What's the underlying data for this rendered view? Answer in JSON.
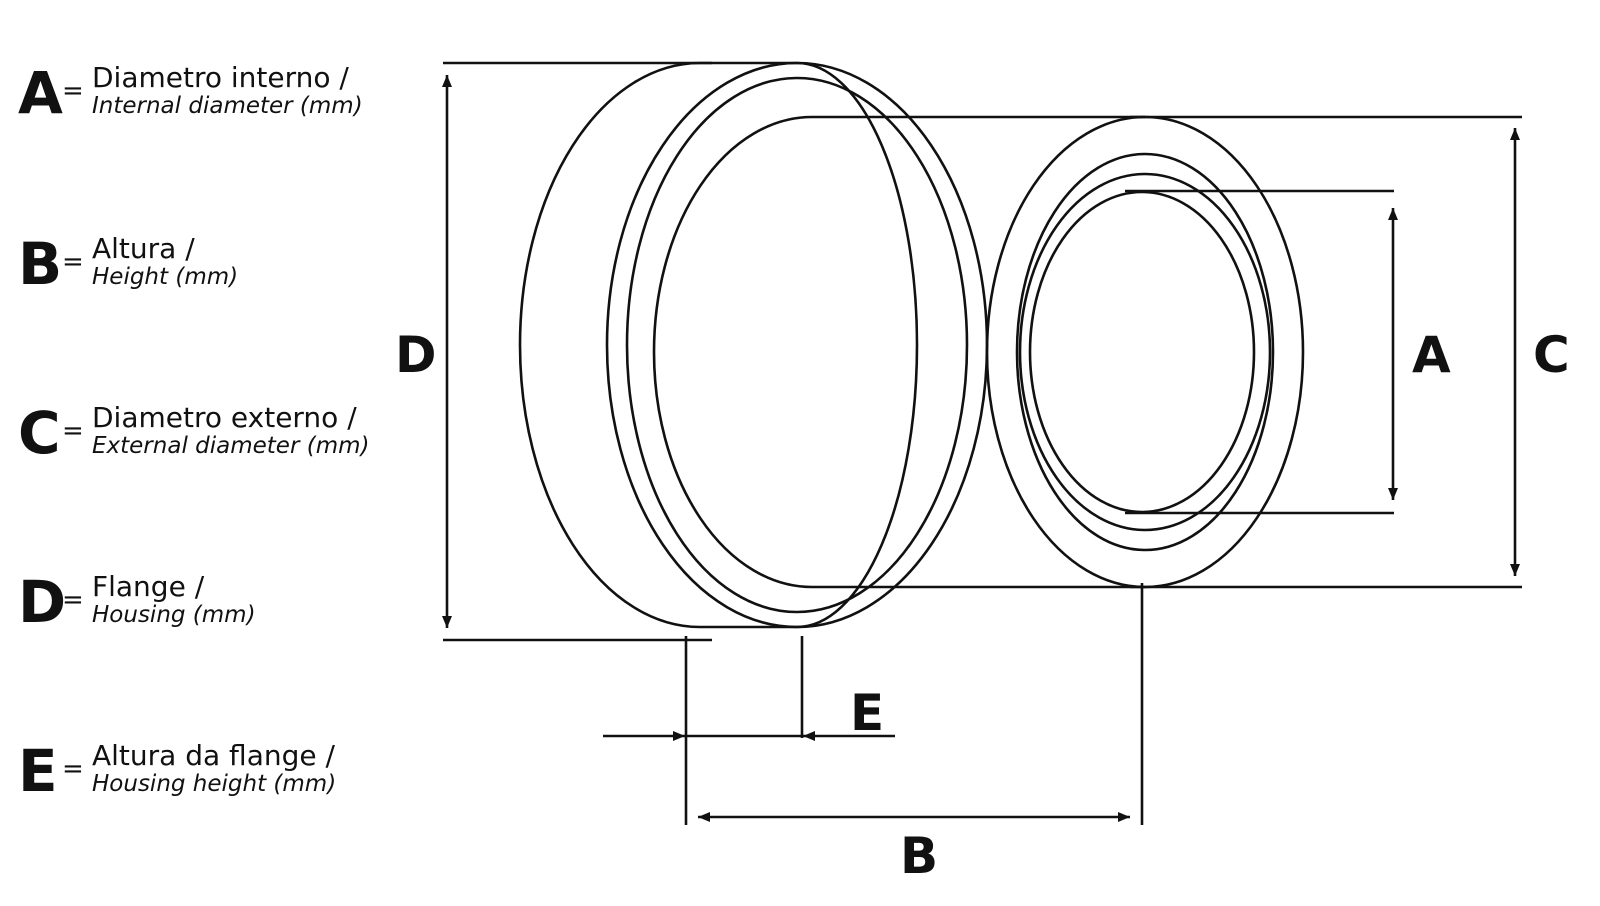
{
  "legend": [
    {
      "letter": "A",
      "eq": "=",
      "pt": "Diametro interno /",
      "en": "Internal diameter (mm)"
    },
    {
      "letter": "B",
      "eq": "=",
      "pt": "Altura /",
      "en": "Height (mm)"
    },
    {
      "letter": "C",
      "eq": "=",
      "pt": "Diametro externo /",
      "en": "External diameter (mm)"
    },
    {
      "letter": "D",
      "eq": "=",
      "pt": "Flange /",
      "en": "Housing (mm)"
    },
    {
      "letter": "E",
      "eq": "=",
      "pt": "Altura da flange /",
      "en": "Housing height (mm)"
    }
  ],
  "drawing": {
    "label_a": "A",
    "label_b": "B",
    "label_c": "C",
    "label_d": "D",
    "label_e": "E"
  }
}
